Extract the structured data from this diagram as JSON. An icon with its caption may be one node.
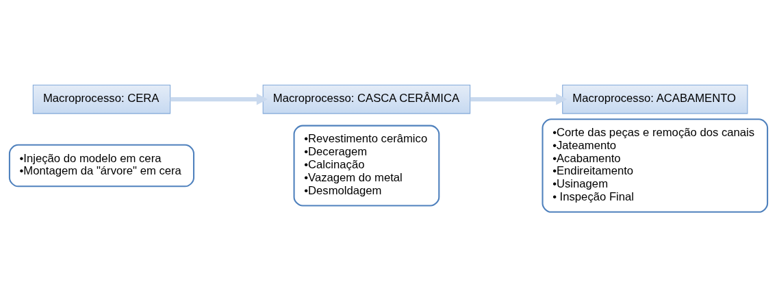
{
  "diagram": {
    "nodes": [
      {
        "text": [
          "Macroprocesso: CERA"
        ]
      },
      {
        "text": [
          "•Injeção do modelo em cera",
          "•Montagem da \"árvore\" em cera"
        ]
      },
      {
        "text": [
          "Macroprocesso: CASCA CERÂMICA"
        ]
      },
      {
        "text": [
          "•Revestimento cerâmico",
          "•Deceragem",
          "•Calcinação",
          "•Vazagem do metal",
          "•Desmoldagem"
        ]
      },
      {
        "text": [
          "Macroprocesso: ACABAMENTO"
        ]
      },
      {
        "text": [
          "•Corte das peças e remoção dos canais",
          "•Jateamento",
          "•Acabamento",
          "•Endireitamento",
          "•Usinagem",
          "• Inspeção Final"
        ]
      }
    ],
    "edges": [
      {
        "from": 0,
        "to": 2,
        "arrow": "to"
      },
      {
        "from": 2,
        "to": 4,
        "arrow": "to"
      }
    ]
  }
}
